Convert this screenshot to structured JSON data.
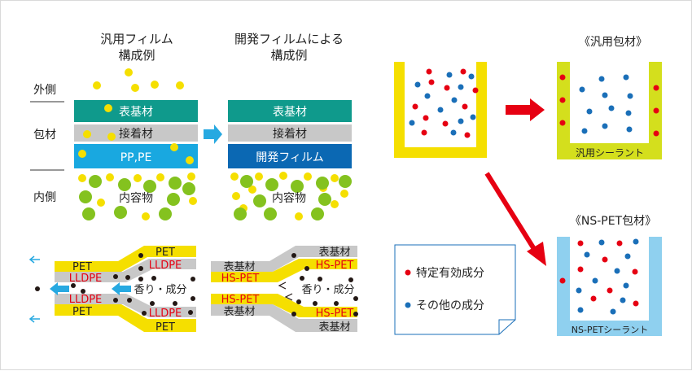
{
  "colors": {
    "teal": "#0f9a8c",
    "gray": "#c8c8c8",
    "cyan": "#19a8e0",
    "navy": "#0b68b3",
    "yellow": "#f5df00",
    "green": "#84c21f",
    "red": "#e60012",
    "blue": "#1a6fb8",
    "light_blue": "#8fd0ef",
    "arrow_blue": "#27a9e1",
    "arrow_red": "#e60012"
  },
  "general_film": {
    "title_line1": "汎用フィルム",
    "title_line2": "構成例",
    "layer1": "表基材",
    "layer2": "接着材",
    "layer3": "PP,PE",
    "contents": "内容物"
  },
  "developed_film": {
    "title_line1": "開発フィルムによる",
    "title_line2": "構成例",
    "layer1": "表基材",
    "layer2": "接着材",
    "layer3": "開発フィルム",
    "contents": "内容物"
  },
  "side_labels": {
    "outside": "外側",
    "packaging": "包材",
    "inside": "内側"
  },
  "seal_general": {
    "pet_top": "PET",
    "lldpe_top": "LLDPE",
    "pet_left": "PET",
    "lldpe_left1": "LLDPE",
    "lldpe_left2": "LLDPE",
    "pet_left2": "PET",
    "aroma": "香り・成分",
    "lldpe_bottom": "LLDPE",
    "pet_bottom": "PET"
  },
  "seal_developed": {
    "base_top": "表基材",
    "hspet_top": "HS-PET",
    "base_left": "表基材",
    "hspet_left1": "HS-PET",
    "hspet_left2": "HS-PET",
    "base_left2": "表基材",
    "aroma": "香り・成分",
    "hspet_bottom": "HS-PET",
    "base_bottom": "表基材"
  },
  "legend": {
    "specific": "特定有効成分",
    "other": "その他の成分"
  },
  "containers": {
    "general_title": "《汎用包材》",
    "general_sealant": "汎用シーラント",
    "nspet_title": "《NS-PET包材》",
    "nspet_sealant": "NS-PETシーラント"
  }
}
